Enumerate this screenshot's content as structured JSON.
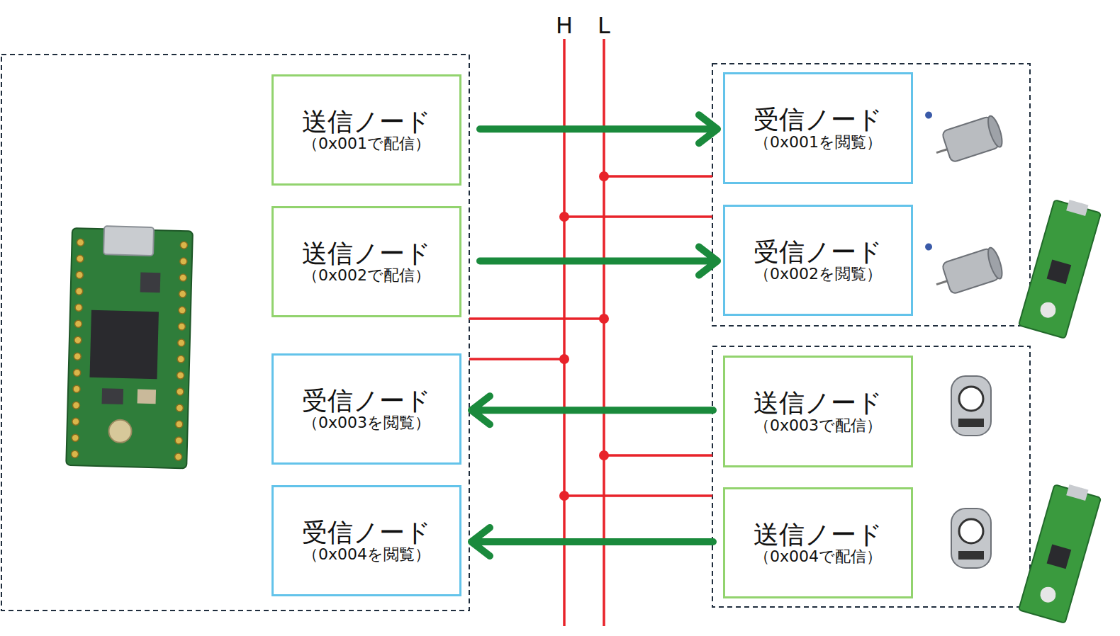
{
  "diagram": {
    "nodes": [
      {
        "text": [
          "送信ノード",
          "（0x001で配信）"
        ]
      },
      {
        "text": [
          "送信ノード",
          "（0x002で配信）"
        ]
      },
      {
        "text": [
          "受信ノード",
          "（0x003を閲覧）"
        ]
      },
      {
        "text": [
          "受信ノード",
          "（0x004を閲覧）"
        ]
      },
      {
        "text": [
          "受信ノード",
          "（0x001を閲覧）"
        ]
      },
      {
        "text": [
          "受信ノード",
          "（0x002を閲覧）"
        ]
      },
      {
        "text": [
          "送信ノード",
          "（0x003で配信）"
        ]
      },
      {
        "text": [
          "送信ノード",
          "（0x004で配信）"
        ]
      }
    ],
    "edges": [
      {
        "from": 0,
        "to": 4,
        "arrow": "to"
      },
      {
        "from": 1,
        "to": 5,
        "arrow": "to"
      },
      {
        "from": 6,
        "to": 2,
        "arrow": "to"
      },
      {
        "from": 7,
        "to": 3,
        "arrow": "to"
      }
    ],
    "labels": [
      "H",
      "L"
    ]
  }
}
